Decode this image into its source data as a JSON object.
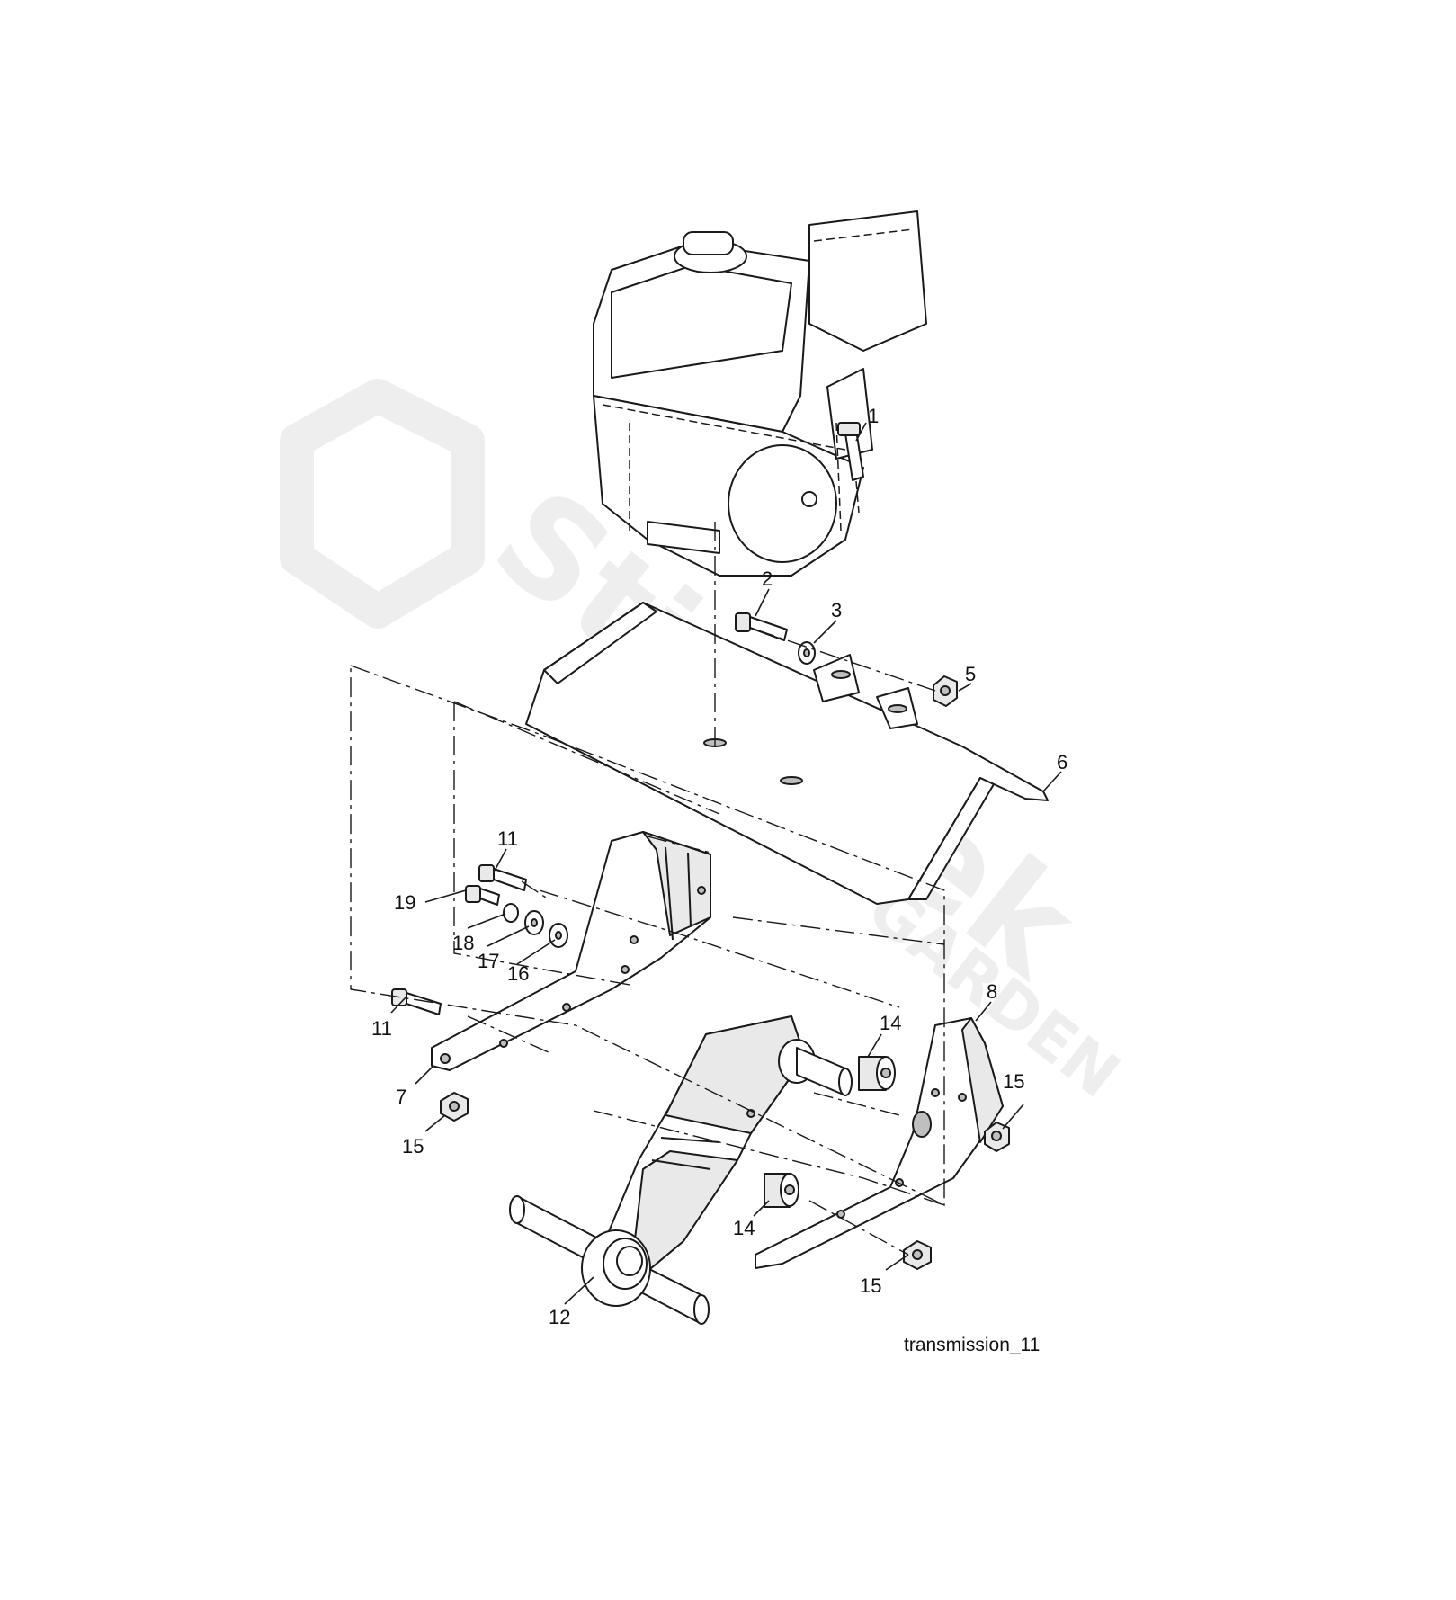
{
  "diagram": {
    "caption": "transmission_11",
    "callouts": [
      "1",
      "2",
      "3",
      "5",
      "6",
      "11",
      "19",
      "18",
      "17",
      "16",
      "11",
      "7",
      "15",
      "14",
      "8",
      "15",
      "14",
      "15",
      "12"
    ]
  },
  "watermark": {
    "text": "Stiga tek",
    "sub": "GARDEN"
  }
}
